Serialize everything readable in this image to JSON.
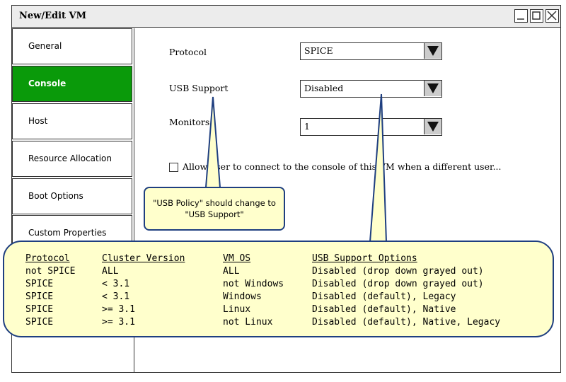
{
  "window": {
    "title": "New/Edit VM",
    "controls": [
      "minimize-icon",
      "maximize-icon",
      "close-icon"
    ]
  },
  "sidebar": {
    "items": [
      {
        "label": "General"
      },
      {
        "label": "Console",
        "active": true
      },
      {
        "label": "Host"
      },
      {
        "label": "Resource Allocation"
      },
      {
        "label": "Boot Options"
      },
      {
        "label": "Custom Properties"
      }
    ]
  },
  "form": {
    "protocol_label": "Protocol",
    "protocol_value": "SPICE",
    "usb_label": "USB Support",
    "usb_value": "Disabled",
    "monitors_label": "Monitors",
    "monitors_value": "1",
    "checkbox_label": "Allow user to connect to the console of this VM when a different user...",
    "checkbox_checked": false
  },
  "notes": {
    "usb_policy_note": "\"USB Policy\" should change to \"USB Support\"",
    "table": {
      "headers": [
        "Protocol",
        "Cluster Version",
        "VM OS",
        "USB Support Options"
      ],
      "rows": [
        [
          "not SPICE",
          "ALL",
          "ALL",
          "Disabled (drop down grayed out)"
        ],
        [
          "SPICE",
          "< 3.1",
          "not Windows",
          "Disabled (drop down grayed out)"
        ],
        [
          "SPICE",
          "< 3.1",
          "Windows",
          "Disabled (default), Legacy"
        ],
        [
          "SPICE",
          ">= 3.1",
          "Linux",
          "Disabled (default), Native"
        ],
        [
          "SPICE",
          ">= 3.1",
          "not Linux",
          "Disabled (default), Native, Legacy"
        ]
      ]
    }
  },
  "colors": {
    "active_tab": "#0a9a0a",
    "note_fill": "#ffffcc",
    "note_border": "#1f3f80"
  }
}
